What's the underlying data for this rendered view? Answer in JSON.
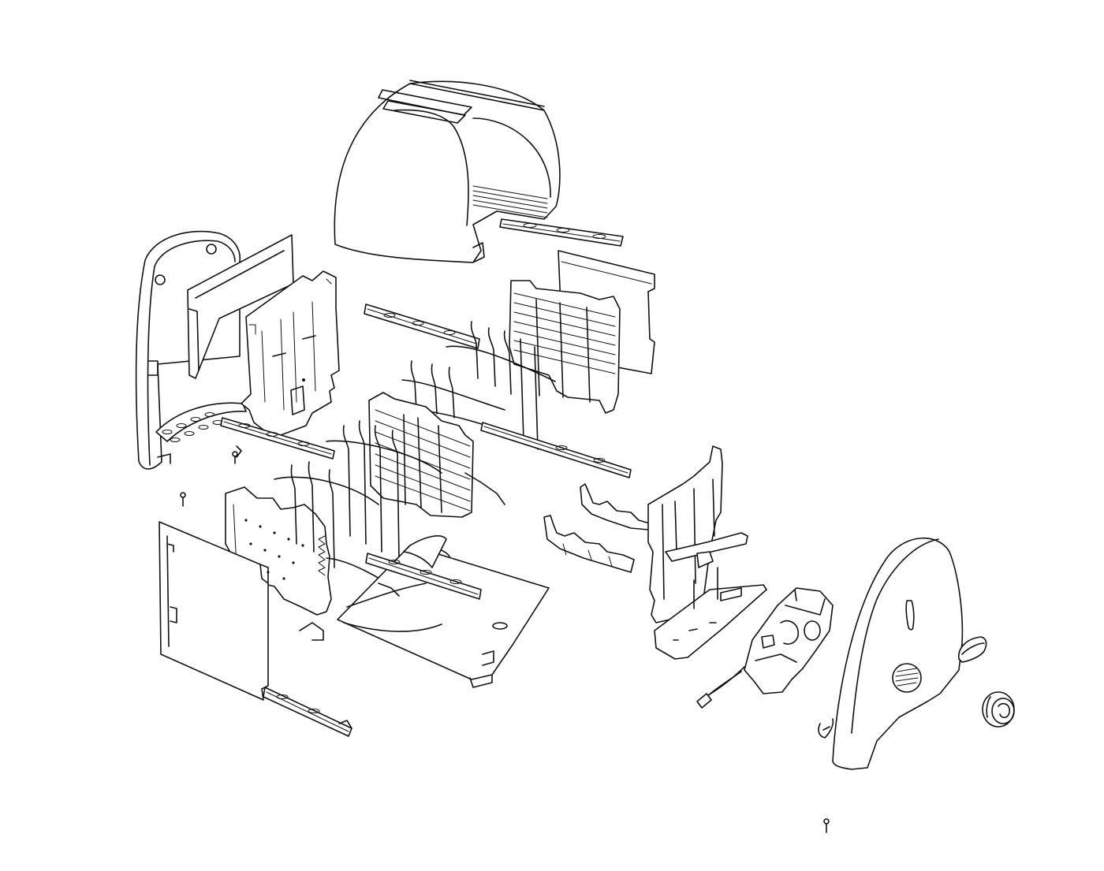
{
  "drawing": {
    "background": "#ffffff",
    "ink": "#111111",
    "parts": [
      "top-housing-shell",
      "top-shell-rail",
      "left-end-shell",
      "left-end-plate",
      "right-crumb-plate",
      "right-heating-element",
      "left-guide-rail",
      "left-guide-bar",
      "center-heating-element",
      "wire-rack-rods",
      "front-side-panel",
      "front-heating-element",
      "crumb-tray",
      "tray-rail",
      "bottom-front-rail",
      "carriage-rack",
      "lever-carriage-frame",
      "control-unit",
      "right-end-shell",
      "lever-knob",
      "dial-knob"
    ]
  }
}
